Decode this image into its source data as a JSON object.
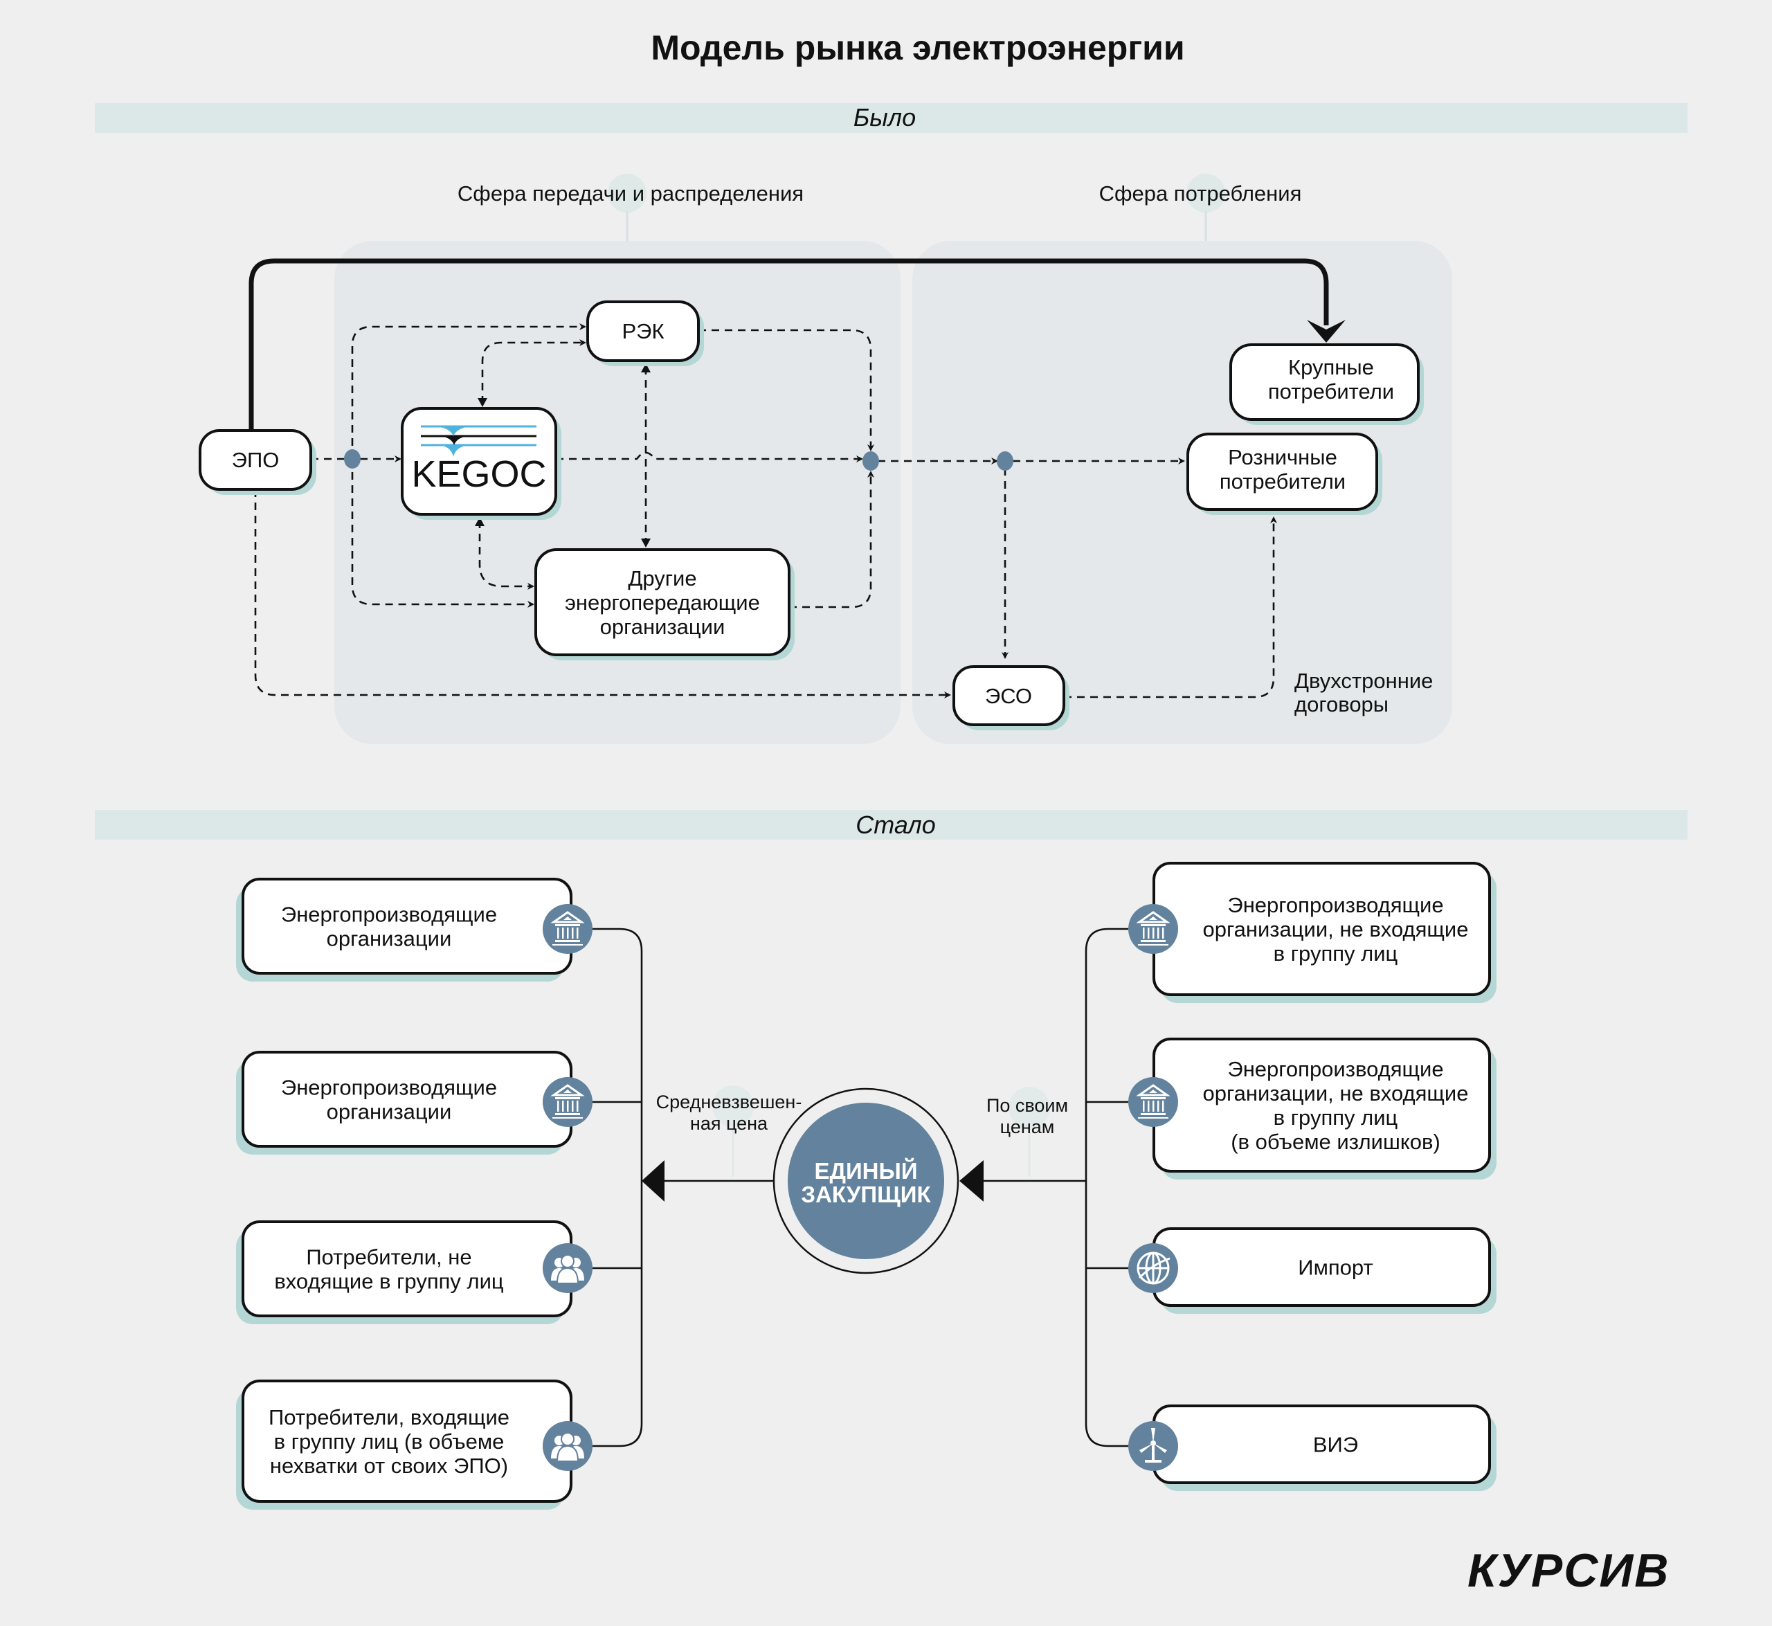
{
  "title": "Модель рынка электроэнергии",
  "before": {
    "section_label": "Было",
    "sphere_transmission": "Сфера передачи и распределения",
    "sphere_consumption": "Сфера потребления",
    "nodes": {
      "epo": "ЭПО",
      "kegoc": "KEGOC",
      "rek": "РЭК",
      "other_line1": "Другие",
      "other_line2": "энергопередающие",
      "other_line3": "организации",
      "large_line1": "Крупные",
      "large_line2": "потребители",
      "retail_line1": "Розничные",
      "retail_line2": "потребители",
      "eso": "ЭСО"
    },
    "bilateral_line1": "Двухстронние",
    "bilateral_line2": "договоры"
  },
  "after": {
    "section_label": "Стало",
    "center_line1": "ЕДИНЫЙ",
    "center_line2": "ЗАКУПЩИК",
    "left_label_line1": "Средневзвешен-",
    "left_label_line2": "ная цена",
    "right_label_line1": "По своим",
    "right_label_line2": "ценам",
    "left_items": [
      {
        "lines": [
          "Энергопроизводящие",
          "организации"
        ],
        "icon": "bank-icon"
      },
      {
        "lines": [
          "Энергопроизводящие",
          "организации"
        ],
        "icon": "bank-icon"
      },
      {
        "lines": [
          "Потребители, не",
          "входящие в группу лиц"
        ],
        "icon": "users-icon"
      },
      {
        "lines": [
          "Потребители, входящие",
          "в группу лиц (в объеме",
          "нехватки от своих ЭПО)"
        ],
        "icon": "users-icon"
      }
    ],
    "right_items": [
      {
        "lines": [
          "Энергопроизводящие",
          "организации, не входящие",
          "в группу лиц"
        ],
        "icon": "bank-icon"
      },
      {
        "lines": [
          "Энергопроизводящие",
          "организации, не входящие",
          "в группу лиц",
          "(в объеме излишков)"
        ],
        "icon": "bank-icon"
      },
      {
        "lines": [
          "Импорт"
        ],
        "icon": "globe-plane-icon"
      },
      {
        "lines": [
          "ВИЭ"
        ],
        "icon": "wind-turbine-icon"
      }
    ]
  },
  "brand": "КУРСИВ",
  "colors": {
    "background": "#efefef",
    "panel": "#e4e8ea",
    "section_bar": "#dce8e7",
    "shadow": "#b4d7d6",
    "accent": "#62829d",
    "kegoc_blue": "#4fb3e0"
  }
}
